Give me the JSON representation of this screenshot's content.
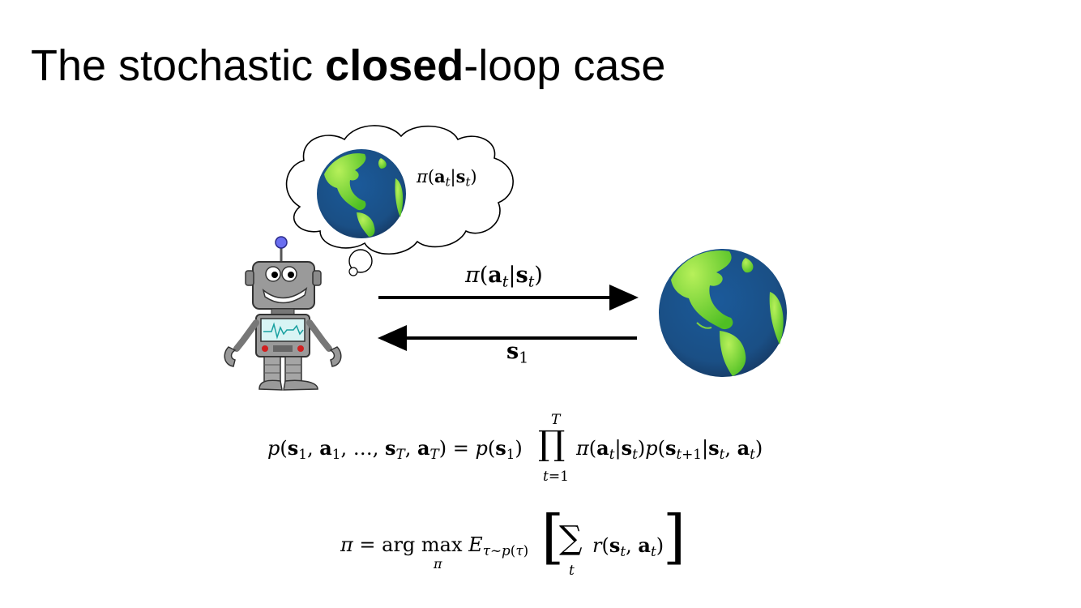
{
  "slide": {
    "title_pre": "The stochastic ",
    "title_bold": "closed",
    "title_post": "-loop case"
  },
  "diagram": {
    "thought_label": "π(a_t|s_t)",
    "action_label": "π(a_t|s_t)",
    "state_label": "s_1"
  },
  "equations": {
    "joint": "p(s_1, a_1, ..., s_T, a_T) = p(s_1) ∏_{t=1}^{T} π(a_t|s_t) p(s_{t+1}|s_t, a_t)",
    "objective": "π = arg max_π E_{τ∼p(τ)} [ Σ_t r(s_t, a_t) ]"
  },
  "icons": [
    "robot-icon",
    "thought-bubble-icon",
    "globe-icon"
  ]
}
